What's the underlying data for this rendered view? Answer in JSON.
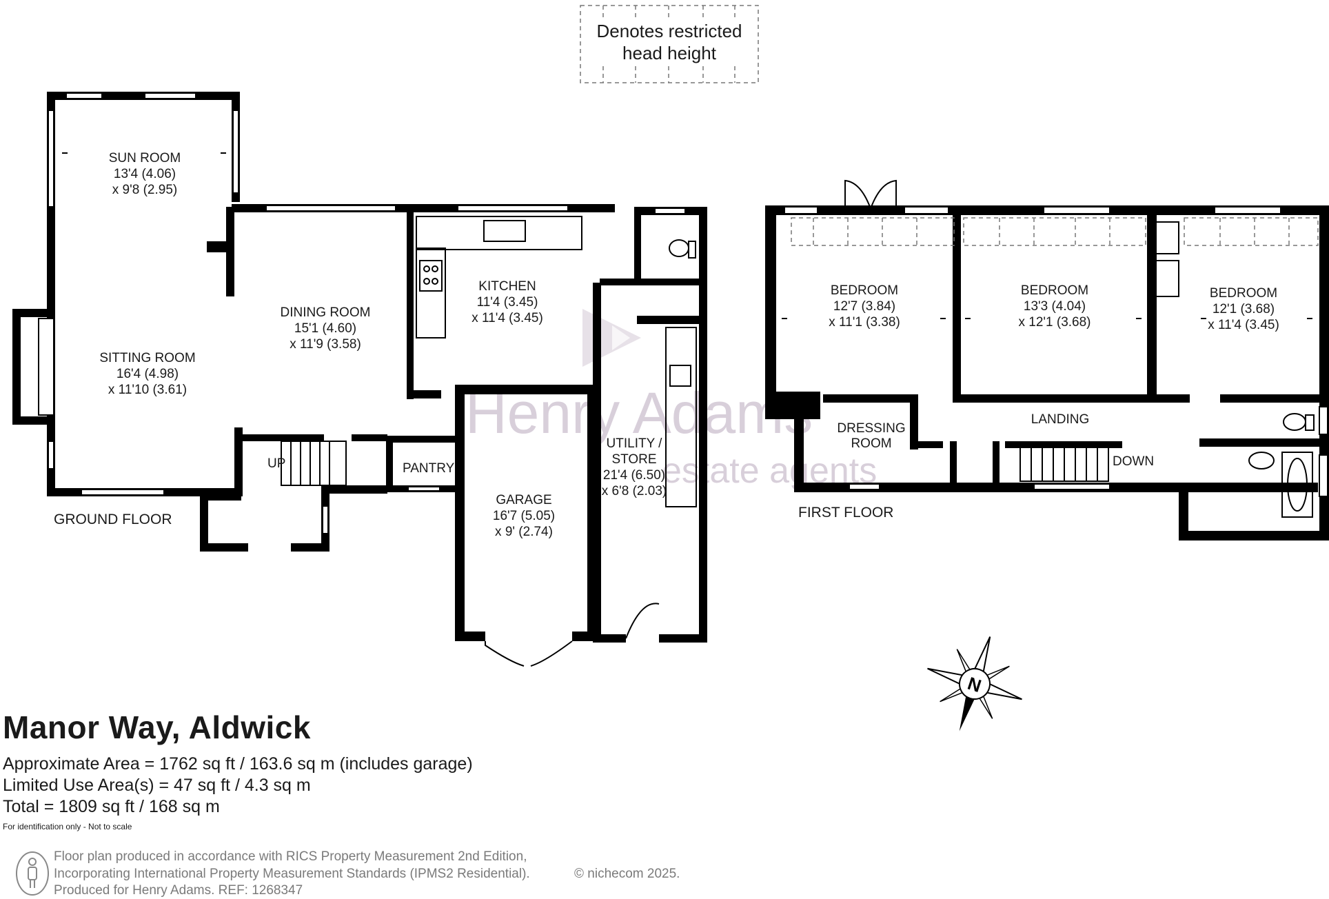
{
  "legend": {
    "line1": "Denotes restricted",
    "line2": "head height"
  },
  "ground_floor": {
    "label": "GROUND FLOOR",
    "rooms": [
      {
        "name": "SUN ROOM",
        "dim1": "13'4 (4.06)",
        "dim2": "x 9'8 (2.95)"
      },
      {
        "name": "SITTING ROOM",
        "dim1": "16'4 (4.98)",
        "dim2": "x 11'10 (3.61)"
      },
      {
        "name": "DINING ROOM",
        "dim1": "15'1 (4.60)",
        "dim2": "x 11'9 (3.58)"
      },
      {
        "name": "KITCHEN",
        "dim1": "11'4 (3.45)",
        "dim2": "x 11'4 (3.45)"
      },
      {
        "name": "GARAGE",
        "dim1": "16'7 (5.05)",
        "dim2": "x 9' (2.74)"
      },
      {
        "name": "UTILITY /",
        "dim1": "STORE",
        "dim2": "21'4 (6.50)",
        "dim3": "x 6'8 (2.03)"
      }
    ],
    "pantry": "PANTRY",
    "stairs": "UP"
  },
  "first_floor": {
    "label": "FIRST FLOOR",
    "rooms": [
      {
        "name": "BEDROOM",
        "dim1": "12'7 (3.84)",
        "dim2": "x 11'1 (3.38)"
      },
      {
        "name": "BEDROOM",
        "dim1": "13'3 (4.04)",
        "dim2": "x 12'1 (3.68)"
      },
      {
        "name": "BEDROOM",
        "dim1": "12'1 (3.68)",
        "dim2": "x 11'4 (3.45)"
      }
    ],
    "dressing_line1": "DRESSING",
    "dressing_line2": "ROOM",
    "landing": "LANDING",
    "stairs": "DOWN"
  },
  "compass": {
    "letter": "N",
    "icon": "compass-icon"
  },
  "watermark": {
    "line1": "Henry Adams",
    "line2": "estate agents"
  },
  "property": {
    "title": "Manor Way, Aldwick",
    "approx_area": "Approximate Area = 1762 sq ft / 163.6 sq m (includes garage)",
    "limited_area": "Limited Use Area(s) = 47 sq ft / 4.3 sq m",
    "total": "Total = 1809 sq ft / 168 sq m",
    "note": "For identification only - Not to scale"
  },
  "credits": {
    "line1": "Floor plan produced in accordance with RICS Property Measurement 2nd Edition,",
    "line2": "Incorporating International Property Measurement Standards (IPMS2 Residential).",
    "line3": "Produced for Henry Adams.   REF: 1268347",
    "copyright": "© nichecom 2025.",
    "icon": "person-icon"
  },
  "colors": {
    "wall": "#000000",
    "watermark": "#b9a9bd",
    "credits": "#7a7a7a"
  }
}
